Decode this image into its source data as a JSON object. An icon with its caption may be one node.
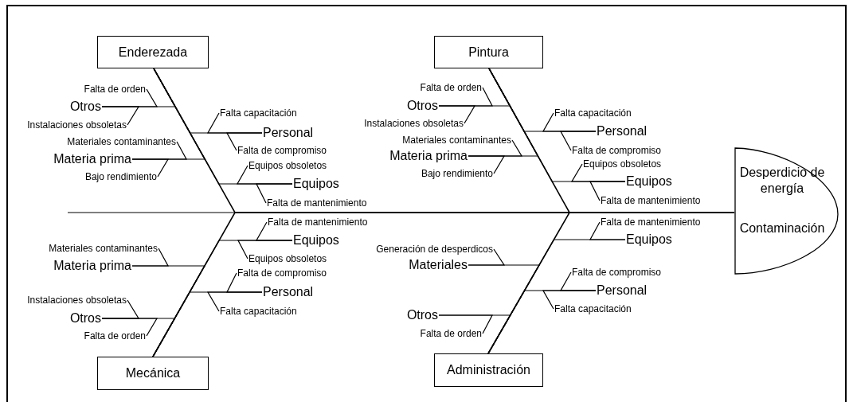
{
  "diagram": {
    "nodes": [
      {
        "text": [
          "Enderezada"
        ]
      },
      {
        "text": [
          "Otros"
        ]
      },
      {
        "text": [
          "Falta de orden"
        ]
      },
      {
        "text": [
          "Instalaciones obsoletas"
        ]
      },
      {
        "text": [
          "Materia prima"
        ]
      },
      {
        "text": [
          "Materiales contaminantes"
        ]
      },
      {
        "text": [
          "Bajo rendimiento"
        ]
      },
      {
        "text": [
          "Personal"
        ]
      },
      {
        "text": [
          "Falta capacitación"
        ]
      },
      {
        "text": [
          "Falta de compromiso"
        ]
      },
      {
        "text": [
          "Equipos"
        ]
      },
      {
        "text": [
          "Equipos obsoletos"
        ]
      },
      {
        "text": [
          "Falta de mantenimiento"
        ]
      },
      {
        "text": [
          "Pintura"
        ]
      },
      {
        "text": [
          "Otros"
        ]
      },
      {
        "text": [
          "Falta de orden"
        ]
      },
      {
        "text": [
          "Instalaciones obsoletas"
        ]
      },
      {
        "text": [
          "Materia prima"
        ]
      },
      {
        "text": [
          "Materiales contaminantes"
        ]
      },
      {
        "text": [
          "Bajo rendimiento"
        ]
      },
      {
        "text": [
          "Personal"
        ]
      },
      {
        "text": [
          "Falta capacitación"
        ]
      },
      {
        "text": [
          "Falta de compromiso"
        ]
      },
      {
        "text": [
          "Equipos"
        ]
      },
      {
        "text": [
          "Equipos obsoletos"
        ]
      },
      {
        "text": [
          "Falta de mantenimiento"
        ]
      },
      {
        "text": [
          "Desperdicio de energía",
          "Contaminación"
        ]
      },
      {
        "text": [
          "Mecánica"
        ]
      },
      {
        "text": [
          "Equipos"
        ]
      },
      {
        "text": [
          "Falta de mantenimiento"
        ]
      },
      {
        "text": [
          "Equipos obsoletos"
        ]
      },
      {
        "text": [
          "Materia prima"
        ]
      },
      {
        "text": [
          "Materiales contaminantes"
        ]
      },
      {
        "text": [
          "Personal"
        ]
      },
      {
        "text": [
          "Falta de compromiso"
        ]
      },
      {
        "text": [
          "Falta capacitación"
        ]
      },
      {
        "text": [
          "Otros"
        ]
      },
      {
        "text": [
          "Instalaciones obsoletas"
        ]
      },
      {
        "text": [
          "Falta de orden"
        ]
      },
      {
        "text": [
          "Administración"
        ]
      },
      {
        "text": [
          "Equipos"
        ]
      },
      {
        "text": [
          "Falta de mantenimiento"
        ]
      },
      {
        "text": [
          "Materiales"
        ]
      },
      {
        "text": [
          "Generación de desperdicos"
        ]
      },
      {
        "text": [
          "Personal"
        ]
      },
      {
        "text": [
          "Falta de compromiso"
        ]
      },
      {
        "text": [
          "Falta capacitación"
        ]
      },
      {
        "text": [
          "Otros"
        ]
      },
      {
        "text": [
          "Falta de orden"
        ]
      }
    ],
    "edges": [
      {
        "from": null,
        "to": 26,
        "arrow": "none"
      },
      {
        "from": 0,
        "to": 26,
        "arrow": "none"
      },
      {
        "from": 13,
        "to": 26,
        "arrow": "none"
      },
      {
        "from": 27,
        "to": 26,
        "arrow": "none"
      },
      {
        "from": 39,
        "to": 26,
        "arrow": "none"
      },
      {
        "from": 1,
        "to": 0,
        "arrow": "none"
      },
      {
        "from": 2,
        "to": 1,
        "arrow": "none"
      },
      {
        "from": 3,
        "to": 1,
        "arrow": "none"
      },
      {
        "from": 4,
        "to": 0,
        "arrow": "none"
      },
      {
        "from": 5,
        "to": 4,
        "arrow": "none"
      },
      {
        "from": 6,
        "to": 4,
        "arrow": "none"
      },
      {
        "from": 7,
        "to": 0,
        "arrow": "none"
      },
      {
        "from": 8,
        "to": 7,
        "arrow": "none"
      },
      {
        "from": 9,
        "to": 7,
        "arrow": "none"
      },
      {
        "from": 10,
        "to": 0,
        "arrow": "none"
      },
      {
        "from": 11,
        "to": 10,
        "arrow": "none"
      },
      {
        "from": 12,
        "to": 10,
        "arrow": "none"
      },
      {
        "from": 14,
        "to": 13,
        "arrow": "none"
      },
      {
        "from": 15,
        "to": 14,
        "arrow": "none"
      },
      {
        "from": 16,
        "to": 14,
        "arrow": "none"
      },
      {
        "from": 17,
        "to": 13,
        "arrow": "none"
      },
      {
        "from": 18,
        "to": 17,
        "arrow": "none"
      },
      {
        "from": 19,
        "to": 17,
        "arrow": "none"
      },
      {
        "from": 20,
        "to": 13,
        "arrow": "none"
      },
      {
        "from": 21,
        "to": 20,
        "arrow": "none"
      },
      {
        "from": 22,
        "to": 20,
        "arrow": "none"
      },
      {
        "from": 23,
        "to": 13,
        "arrow": "none"
      },
      {
        "from": 24,
        "to": 23,
        "arrow": "none"
      },
      {
        "from": 25,
        "to": 23,
        "arrow": "none"
      },
      {
        "from": 28,
        "to": 27,
        "arrow": "none"
      },
      {
        "from": 29,
        "to": 28,
        "arrow": "none"
      },
      {
        "from": 30,
        "to": 28,
        "arrow": "none"
      },
      {
        "from": 31,
        "to": 27,
        "arrow": "none"
      },
      {
        "from": 32,
        "to": 31,
        "arrow": "none"
      },
      {
        "from": 33,
        "to": 27,
        "arrow": "none"
      },
      {
        "from": 34,
        "to": 33,
        "arrow": "none"
      },
      {
        "from": 35,
        "to": 33,
        "arrow": "none"
      },
      {
        "from": 36,
        "to": 27,
        "arrow": "none"
      },
      {
        "from": 37,
        "to": 36,
        "arrow": "none"
      },
      {
        "from": 38,
        "to": 36,
        "arrow": "none"
      },
      {
        "from": 40,
        "to": 39,
        "arrow": "none"
      },
      {
        "from": 41,
        "to": 40,
        "arrow": "none"
      },
      {
        "from": 42,
        "to": 39,
        "arrow": "none"
      },
      {
        "from": 43,
        "to": 42,
        "arrow": "none"
      },
      {
        "from": 44,
        "to": 39,
        "arrow": "none"
      },
      {
        "from": 45,
        "to": 44,
        "arrow": "none"
      },
      {
        "from": 46,
        "to": 44,
        "arrow": "none"
      },
      {
        "from": 47,
        "to": 39,
        "arrow": "none"
      },
      {
        "from": 48,
        "to": 47,
        "arrow": "none"
      }
    ]
  }
}
